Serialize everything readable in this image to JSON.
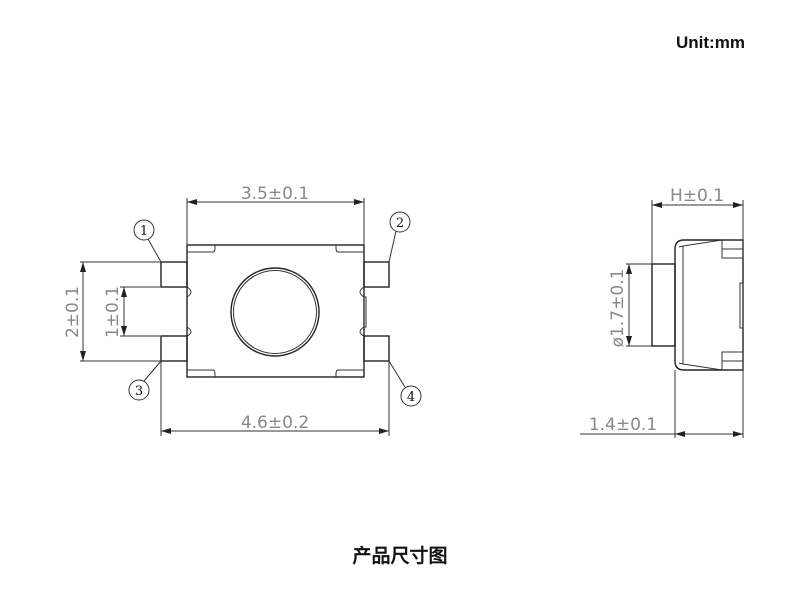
{
  "unit_label": "Unit:mm",
  "caption": "产品尺寸图",
  "top_view": {
    "dim_body_width": "3.5±0.1",
    "dim_overall_width": "4.6±0.2",
    "dim_lead_span": "2±0.1",
    "dim_lead_gap": "1±0.1",
    "pins": [
      "1",
      "2",
      "3",
      "4"
    ]
  },
  "side_view": {
    "dim_height": "H±0.1",
    "dim_stem_diameter": "ø1.7±0.1",
    "dim_body_height": "1.4±0.1"
  }
}
